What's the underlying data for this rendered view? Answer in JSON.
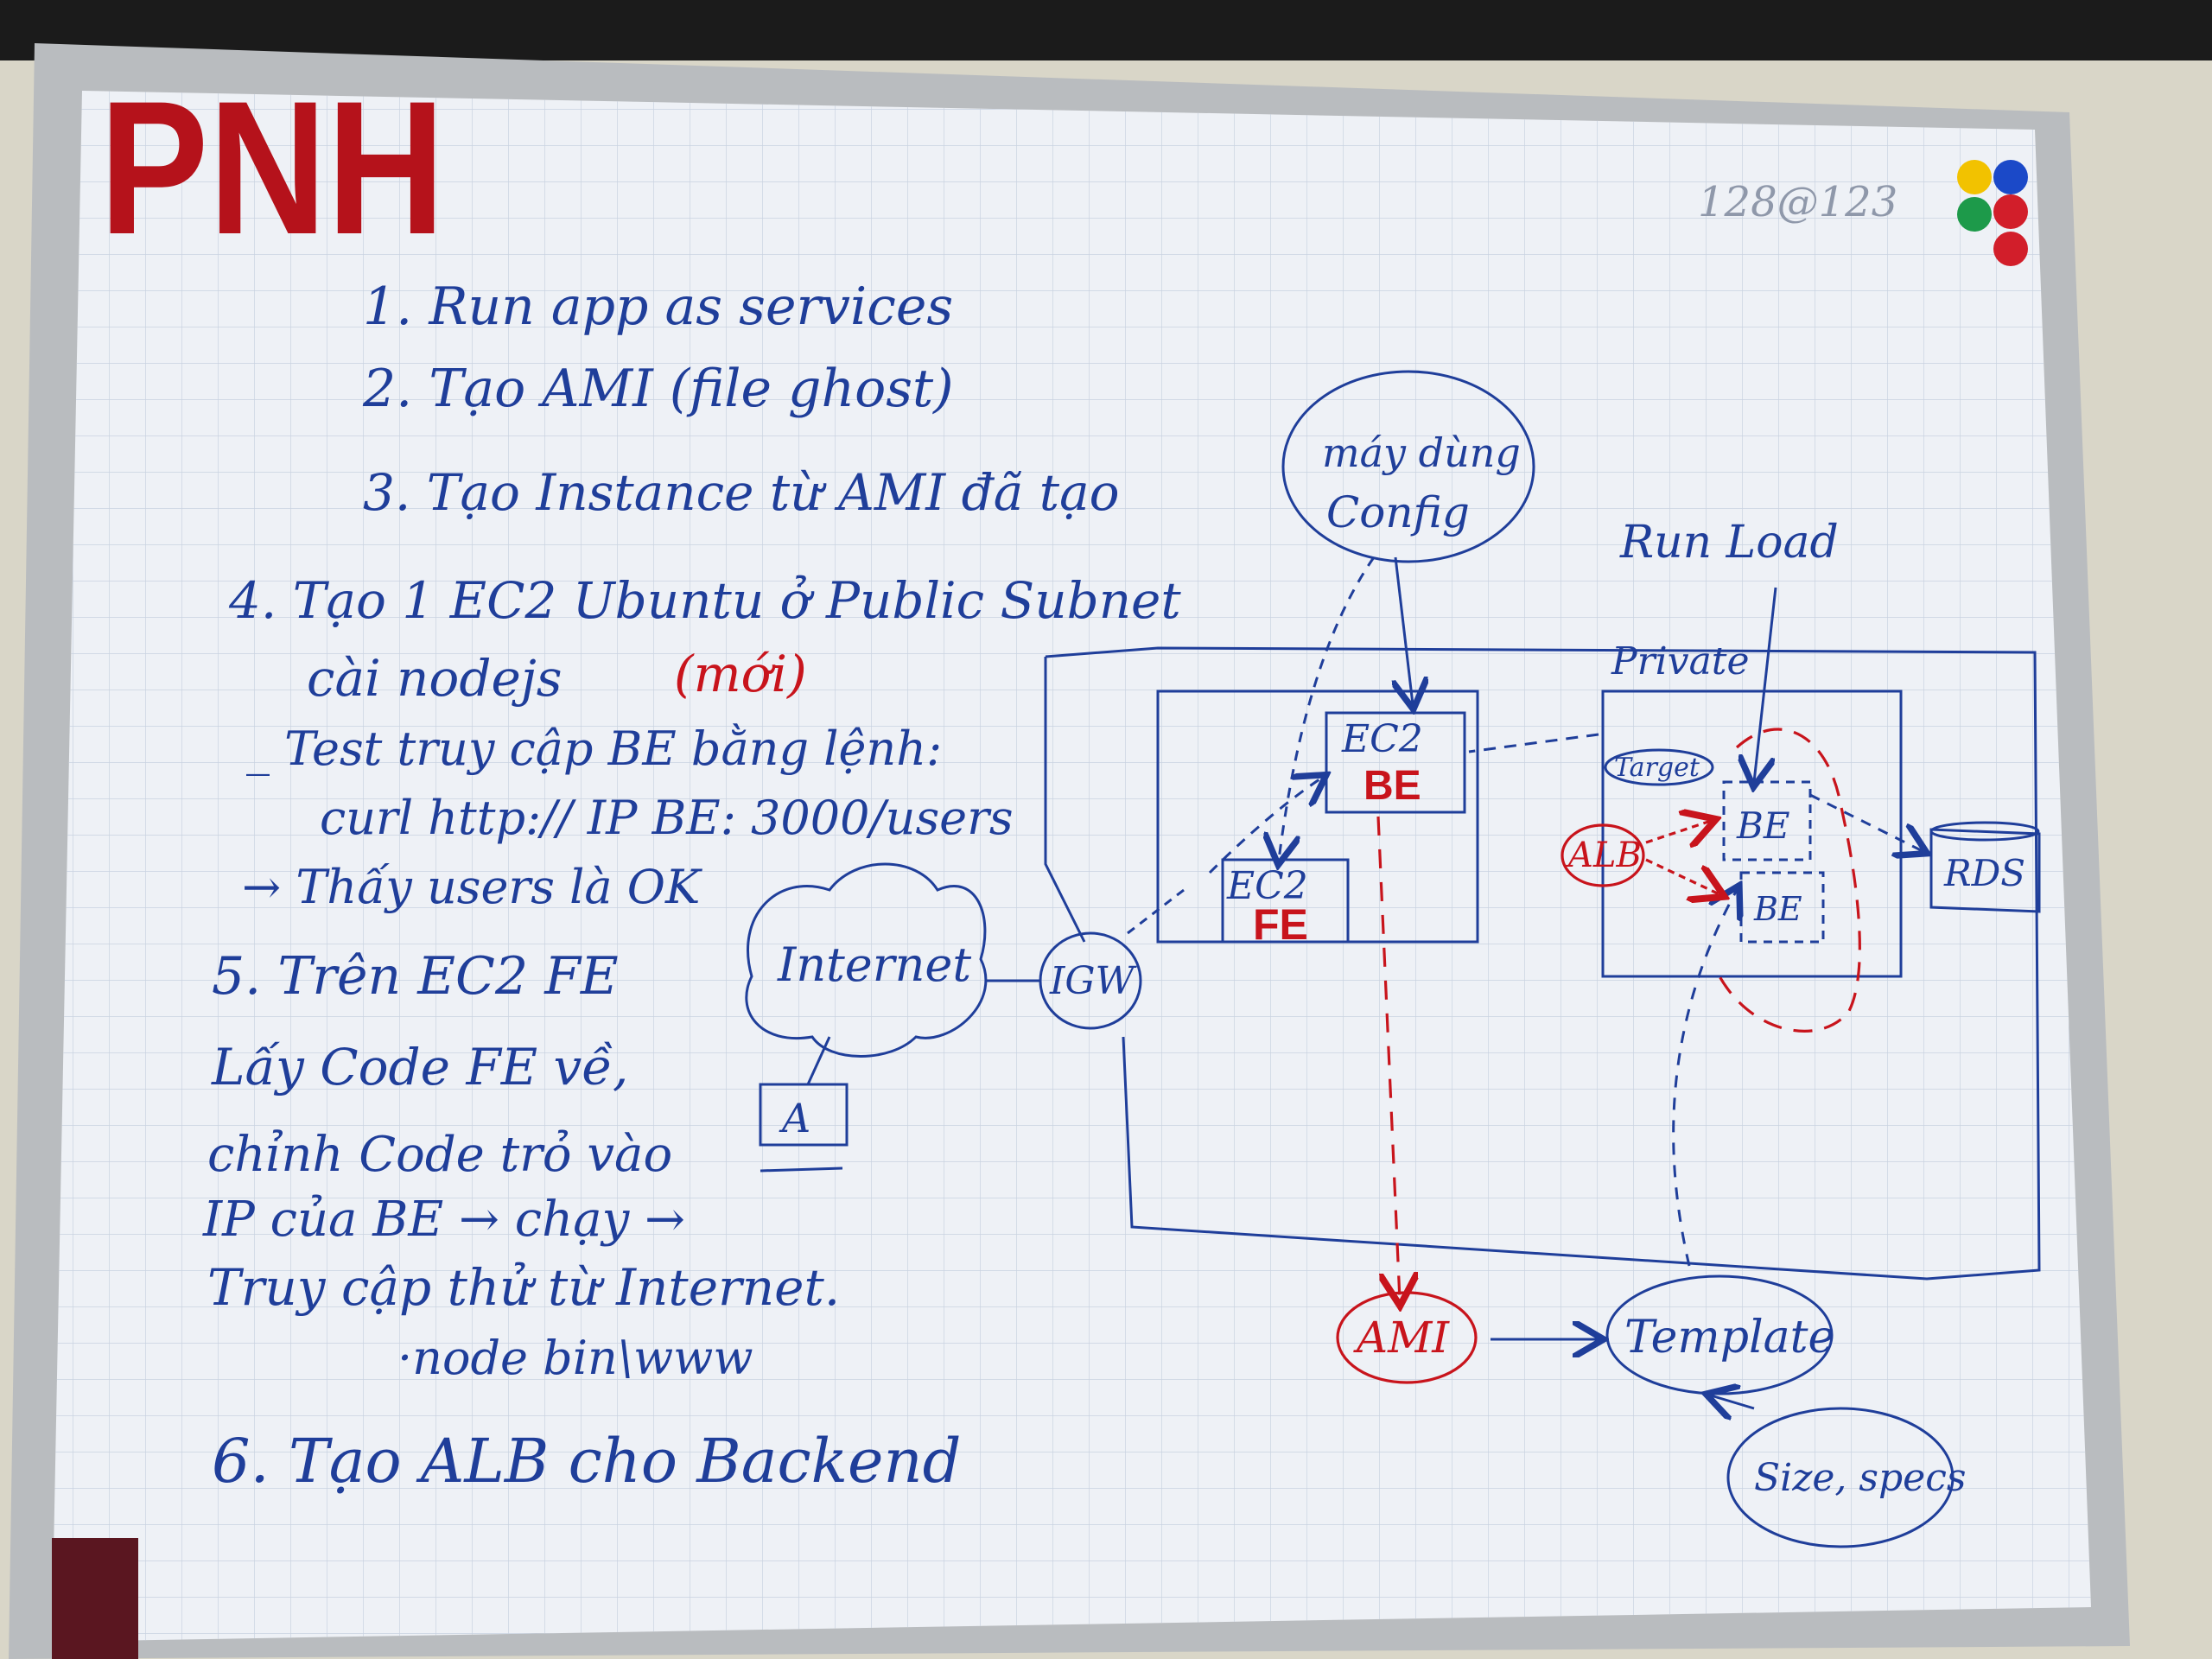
{
  "logo": "PNH",
  "marker_code": "128@123",
  "steps": [
    "1. Run app as services",
    "2. Tạo AMI (file ghost)",
    "3. Tạo Instance từ AMI đã tạo",
    "4. Tạo 1 EC2 Ubuntu ở Public Subnet",
    "cài nodejs",
    "(mới)",
    "_ Test truy cập BE bằng lệnh:",
    "curl http:// IP BE: 3000/users",
    "→ Thấy users là OK",
    "5. Trên EC2 FE",
    "Lấy Code FE về,",
    "chỉnh Code trỏ vào",
    "IP của BE → chạy →",
    "Truy cập thử từ Internet.",
    "·node bin\\www",
    "6. Tạo ALB cho Backend"
  ],
  "diagram": {
    "config_cloud": [
      "máy dùng",
      "Config"
    ],
    "run_load": "Run Load",
    "private_label": "Private",
    "ec2_be": [
      "EC2",
      "BE"
    ],
    "ec2_fe": [
      "EC2",
      "FE"
    ],
    "target": "Target",
    "alb": "ALB",
    "be_1": "BE",
    "be_2": "BE",
    "rds": "RDS",
    "internet": "Internet",
    "igw": "IGW",
    "user_a": "A",
    "ami": "AMI",
    "template": "Template",
    "size_specs": "Size, specs"
  },
  "colors": {
    "ink_blue": "#1f3e9a",
    "ink_red": "#c8141c",
    "board": "#eef1f6",
    "logo_red": "#b5121b"
  }
}
